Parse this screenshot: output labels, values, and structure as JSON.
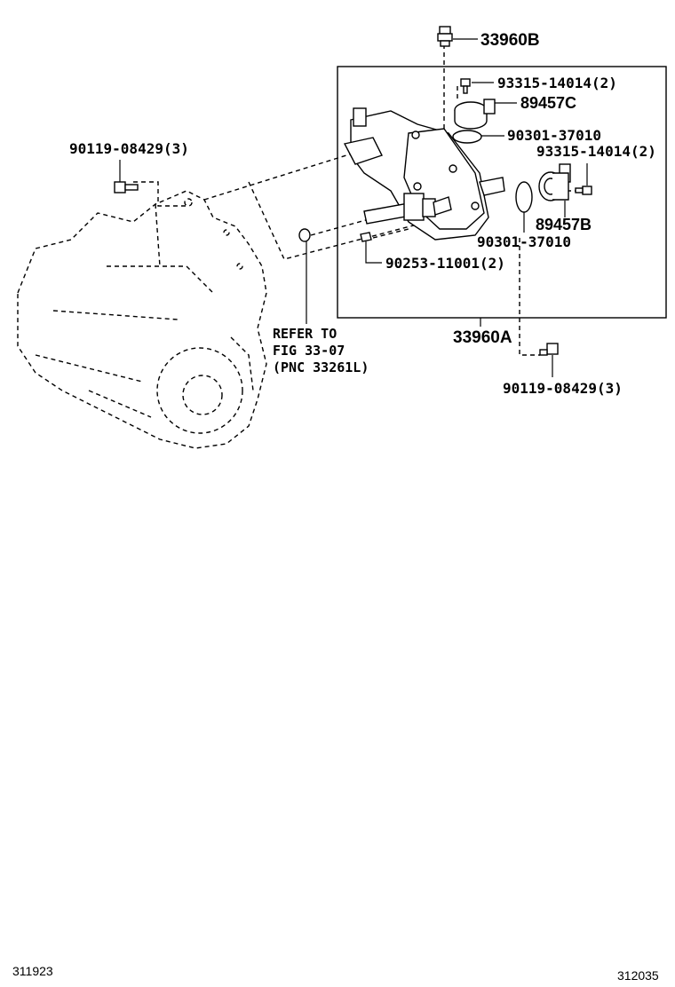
{
  "labels": {
    "sensor_assy_b": "33960B",
    "bolt_upper": "93315-14014(2)",
    "sensor_c": "89457C",
    "oring_upper": "90301-37010",
    "bolt_right": "93315-14014(2)",
    "sensor_b": "89457B",
    "oring_lower": "90301-37010",
    "pin": "90253-11001(2)",
    "bolt_left": "90119-08429(3)",
    "bolt_lower_right": "90119-08429(3)",
    "assembly_a": "33960A"
  },
  "note": {
    "line1": "REFER TO",
    "line2": "FIG 33-07",
    "line3": "(PNC 33261L)"
  },
  "footer": {
    "left": "311923",
    "right": "312035"
  }
}
